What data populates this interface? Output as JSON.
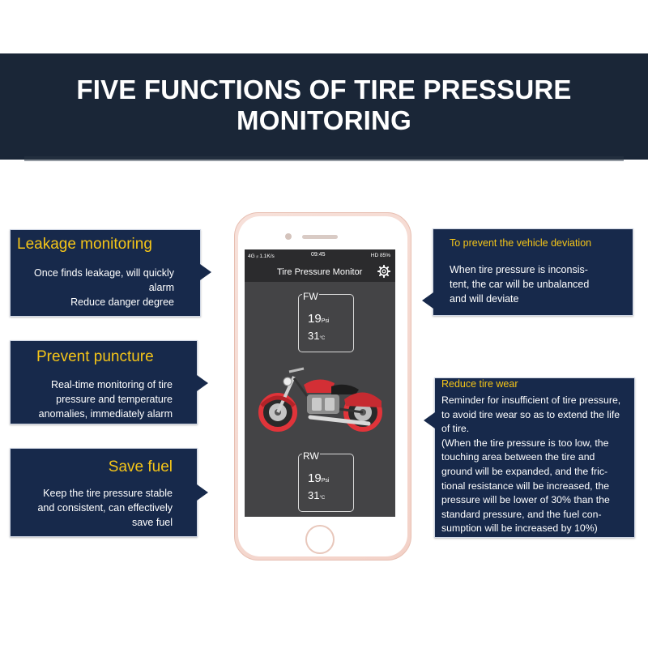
{
  "banner": {
    "title": "FIVE FUNCTIONS OF TIRE PRESSURE MONITORING"
  },
  "callouts": {
    "leakage": {
      "title": "Leakage monitoring",
      "lines": [
        "Once finds leakage, will quickly",
        "alarm",
        "Reduce danger degree"
      ]
    },
    "puncture": {
      "title": "Prevent puncture",
      "lines": [
        "Real-time monitoring of tire",
        "pressure and temperature",
        "anomalies, immediately alarm"
      ]
    },
    "fuel": {
      "title": "Save fuel",
      "lines": [
        "Keep the tire pressure stable",
        "and consistent, can effectively",
        "save fuel"
      ]
    },
    "deviation": {
      "title": "To prevent the vehicle deviation",
      "lines": [
        "When tire pressure is inconsis-",
        "tent, the car will be unbalanced",
        "and will deviate"
      ]
    },
    "wear": {
      "title": "Reduce tire wear",
      "lines": [
        "Reminder for insufficient of tire pressure,",
        "to avoid tire wear so as to extend the life",
        "of tire.",
        "(When the tire pressure is too low, the",
        "touching area between the tire and",
        "ground will be expanded, and the fric-",
        "tional resistance will be increased, the",
        "pressure will be lower of 30% than the",
        "standard pressure, and the fuel con-",
        "sumption will be increased by 10%)"
      ]
    }
  },
  "phone": {
    "status": {
      "left": "4G ᵢₗ  1.1K/s",
      "time": "09:45",
      "right": "HD  85%"
    },
    "app_title": "Tire Pressure Monitor",
    "front": {
      "label": "FW",
      "psi": "19",
      "psi_unit": "Psi",
      "temp": "31",
      "temp_unit": "°C"
    },
    "rear": {
      "label": "RW",
      "psi": "19",
      "psi_unit": "Psi",
      "temp": "31",
      "temp_unit": "°C"
    }
  },
  "colors": {
    "banner_bg": "#1a2637",
    "callout_bg": "#17294b",
    "callout_title": "#f5c518",
    "screen_bg": "#444446",
    "tire_highlight": "#e0343a"
  },
  "icons": {
    "settings": "gear-icon",
    "vehicle": "motorcycle-icon"
  }
}
